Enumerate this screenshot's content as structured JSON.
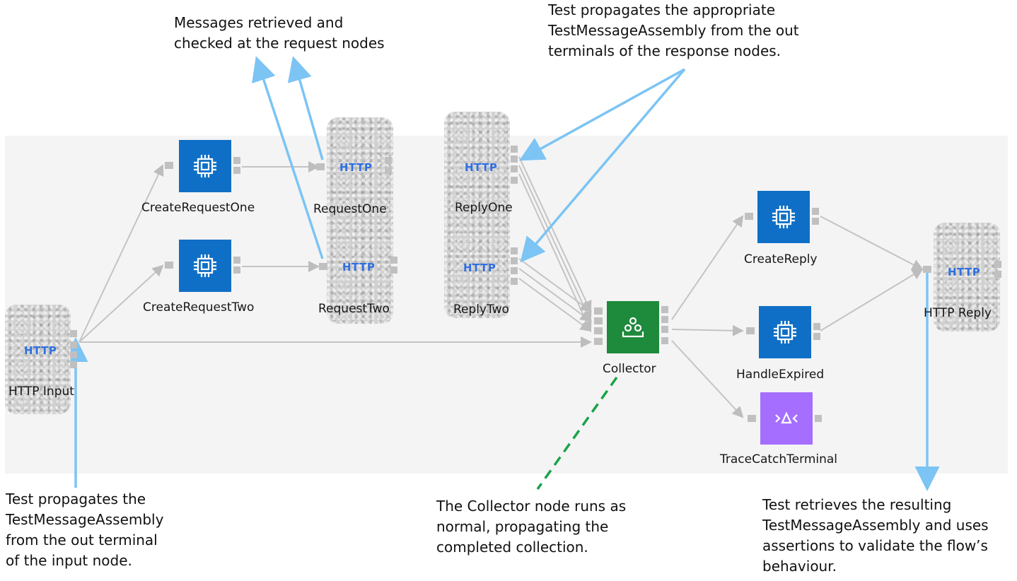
{
  "nodes": {
    "http_input": {
      "label": "HTTP Input",
      "badge": "HTTP"
    },
    "create_request_one": {
      "label": "CreateRequestOne"
    },
    "create_request_two": {
      "label": "CreateRequestTwo"
    },
    "request_one": {
      "label": "RequestOne",
      "badge": "HTTP"
    },
    "request_two": {
      "label": "RequestTwo",
      "badge": "HTTP"
    },
    "reply_one": {
      "label": "ReplyOne",
      "badge": "HTTP"
    },
    "reply_two": {
      "label": "ReplyTwo",
      "badge": "HTTP"
    },
    "collector": {
      "label": "Collector"
    },
    "create_reply": {
      "label": "CreateReply"
    },
    "handle_expired": {
      "label": "HandleExpired"
    },
    "trace_catch_terminal": {
      "label": "TraceCatchTerminal"
    },
    "http_reply": {
      "label": "HTTP Reply",
      "badge": "HTTP"
    }
  },
  "notes": {
    "request_nodes": [
      "Messages retrieved and",
      "checked at the request nodes"
    ],
    "response_nodes": [
      "Test propagates the appropriate",
      "TestMessageAssembly from the out",
      "terminals of the response nodes."
    ],
    "input_node": [
      "Test propagates the",
      "TestMessageAssembly",
      "from the out terminal",
      "of the input node."
    ],
    "collector_node": [
      "The Collector node runs as",
      "normal, propagating the",
      "completed collection."
    ],
    "result": [
      "Test retrieves the resulting",
      "TestMessageAssembly and uses",
      "assertions to validate the flow’s",
      "behaviour."
    ]
  },
  "colors": {
    "compute": "#0f6fc6",
    "collector": "#1e8a3c",
    "trace": "#a56eff",
    "http_text": "#2f6fe0",
    "arrow": "#7cc4f4",
    "dashed": "#1aa34a",
    "wire": "#c4c4c4"
  },
  "icons": {
    "compute": "chip-icon",
    "collector": "collector-icon",
    "trace": "trace-icon"
  }
}
